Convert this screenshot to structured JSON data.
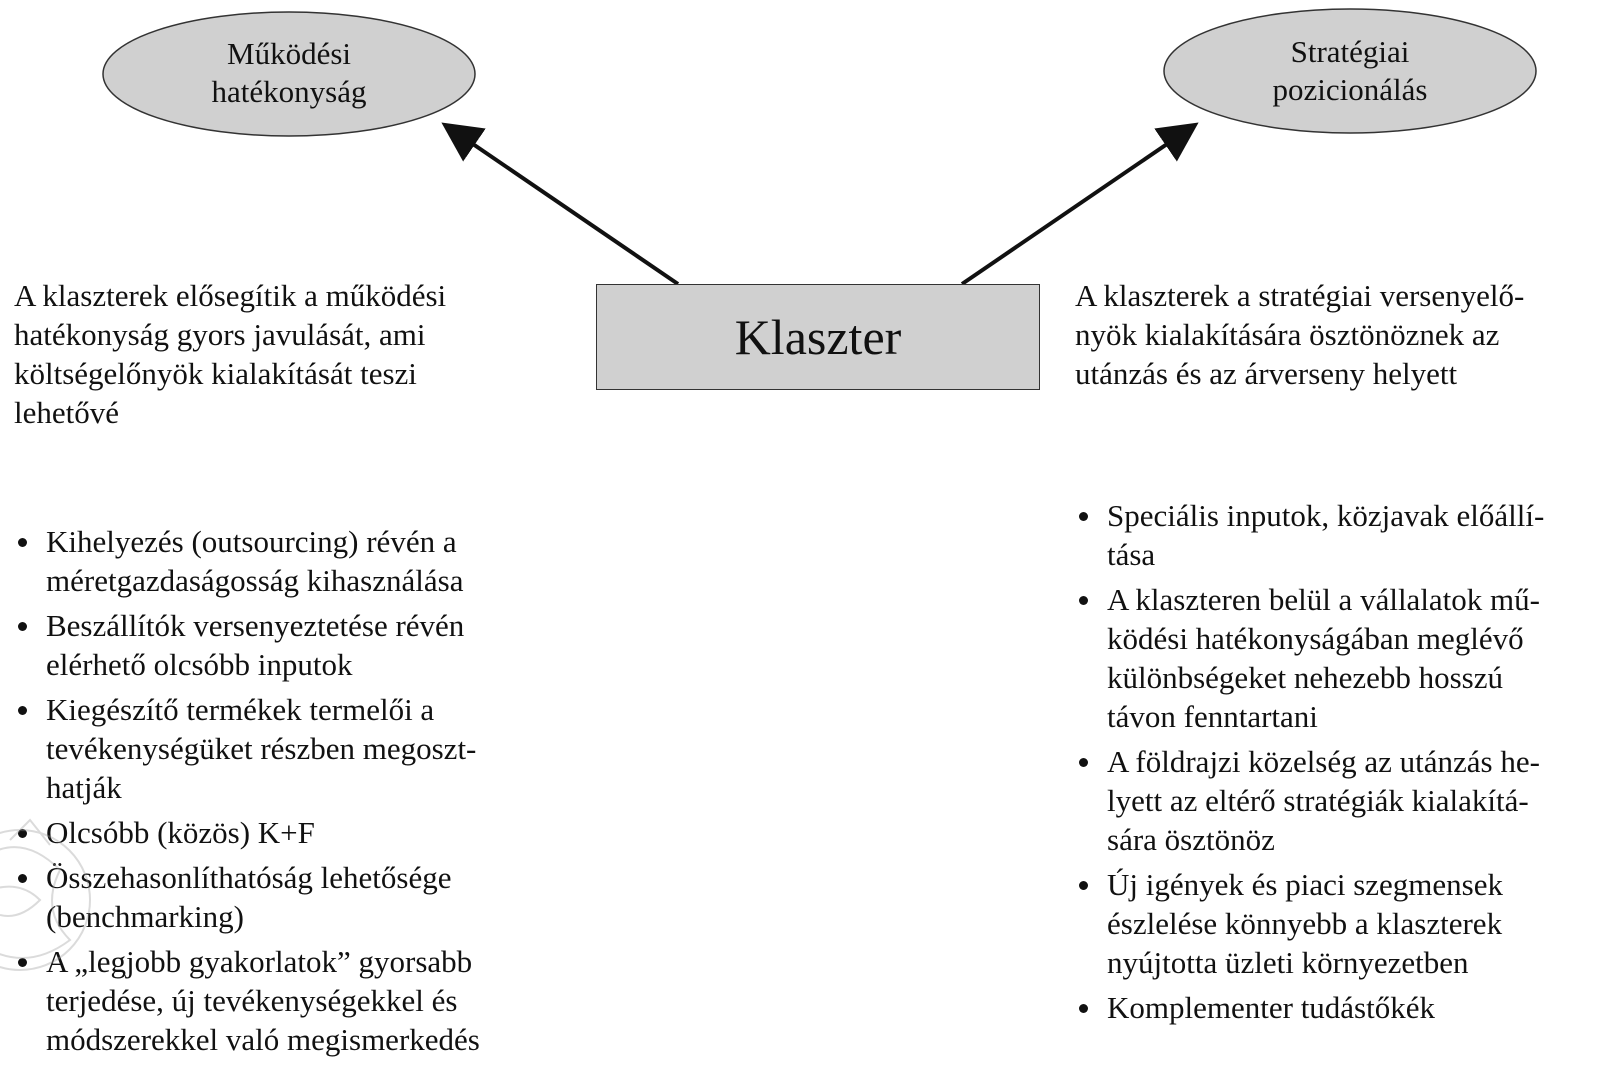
{
  "nodes": {
    "left_goal": {
      "line1": "Működési",
      "line2": "hatékonyság"
    },
    "right_goal": {
      "line1": "Stratégiai",
      "line2": "pozicionálás"
    },
    "center": "Klaszter"
  },
  "left": {
    "para_lines": [
      "A klaszterek elősegítik a működési",
      "hatékonyság gyors javulását, ami",
      "költségelőnyök kialakítását teszi",
      "lehetővé"
    ],
    "bullets": [
      {
        "lines": [
          "Kihelyezés (outsourcing) révén a",
          "méretgazdaságosság kihasználása"
        ]
      },
      {
        "lines": [
          "Beszállítók versenyeztetése révén",
          "elérhető olcsóbb inputok"
        ]
      },
      {
        "lines": [
          "Kiegészítő termékek termelői a",
          "tevékenységüket részben megoszt-",
          "hatják"
        ]
      },
      {
        "lines": [
          "Olcsóbb (közös) K+F"
        ]
      },
      {
        "lines": [
          "Összehasonlíthatóság lehetősége",
          "(benchmarking)"
        ]
      },
      {
        "lines": [
          "A „legjobb gyakorlatok” gyorsabb",
          "terjedése, új tevékenységekkel és",
          "módszerekkel való megismerkedés"
        ]
      }
    ]
  },
  "right": {
    "para_lines": [
      "A klaszterek a stratégiai versenyelő-",
      "nyök kialakítására ösztönöznek az",
      "utánzás és az árverseny helyett"
    ],
    "bullets": [
      {
        "lines": [
          "Speciális inputok, közjavak előállí-",
          "tása"
        ]
      },
      {
        "lines": [
          "A klaszteren belül a vállalatok mű-",
          "ködési hatékonyságában meglévő",
          "különbségeket nehezebb hosszú",
          "távon fenntartani"
        ]
      },
      {
        "lines": [
          "A földrajzi közelség az utánzás he-",
          "lyett az eltérő stratégiák kialakítá-",
          "sára ösztönöz"
        ]
      },
      {
        "lines": [
          "Új igények és piaci szegmensek",
          "észlelése könnyebb a klaszterek",
          "nyújtotta üzleti környezetben"
        ]
      },
      {
        "lines": [
          "Komplementer tudástőkék"
        ]
      }
    ]
  }
}
